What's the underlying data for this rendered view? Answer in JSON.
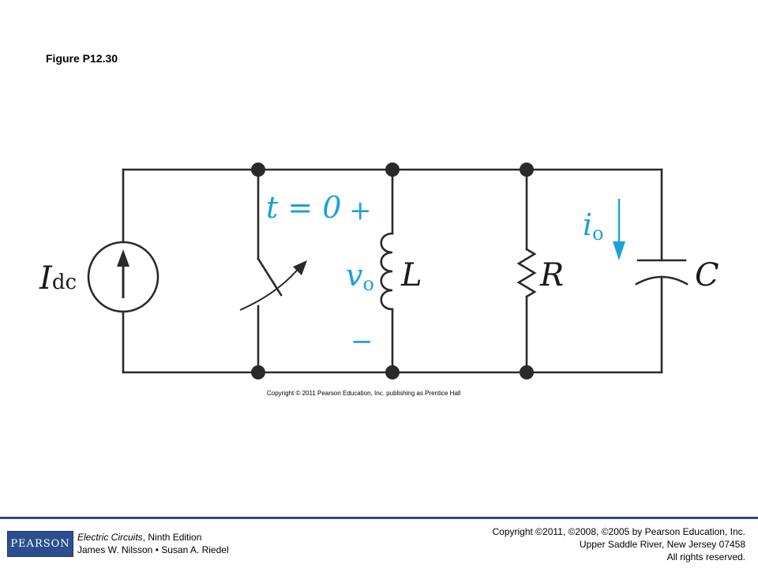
{
  "figure_title": "Figure P12.30",
  "circuit": {
    "source_label": "I",
    "source_label_sub": "dc",
    "switch_label": "t = 0",
    "vo_plus": "+",
    "vo_minus": "−",
    "vo_label": "v",
    "vo_sub": "o",
    "inductor_label": "L",
    "resistor_label": "R",
    "io_label": "i",
    "io_sub": "o",
    "capacitor_label": "C",
    "colors": {
      "wire": "#2a2a2a",
      "accent": "#1ba1d8"
    }
  },
  "diagram_copyright": "Copyright © 2011 Pearson Education, Inc. publishing as Prentice Hall",
  "footer": {
    "logo_text": "PEARSON",
    "book_title": "Electric Circuits",
    "book_edition": ", Ninth Edition",
    "authors": "James W. Nilsson • Susan A. Riedel",
    "copyright_line1": "Copyright ©2011, ©2008, ©2005 by Pearson Education, Inc.",
    "copyright_line2": "Upper Saddle River, New Jersey 07458",
    "copyright_line3": "All rights reserved.",
    "brand_color": "#2b4f8e"
  }
}
